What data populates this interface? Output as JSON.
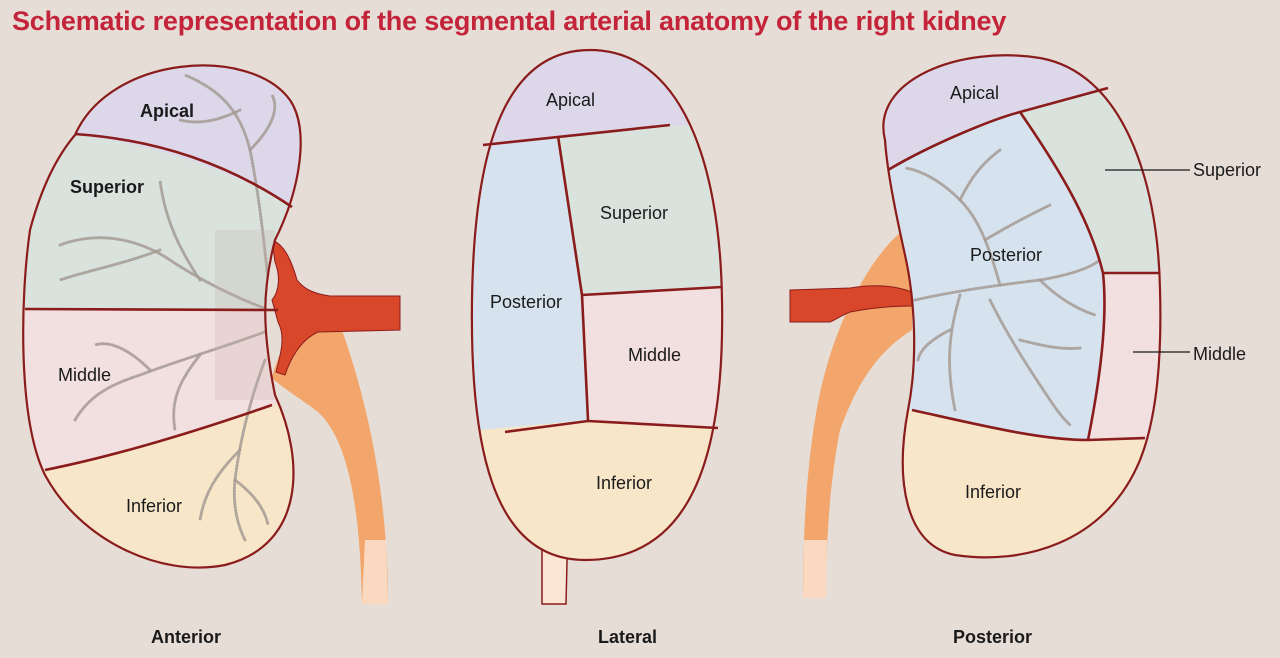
{
  "title": "Schematic representation of the segmental arterial anatomy of the right kidney",
  "colors": {
    "background": "#e6ddd6",
    "title": "#c4243a",
    "apical": "#dcd8ea",
    "superior": "#d9e2dc",
    "middle": "#f2dfe0",
    "inferior": "#f8e6c8",
    "posterior": "#d6e3ee",
    "artery": "#d9472b",
    "ureter": "#f2a66b",
    "outline": "#8b1c1c"
  },
  "views": {
    "anterior": {
      "caption": "Anterior",
      "segments": {
        "apical": "Apical",
        "superior": "Superior",
        "middle": "Middle",
        "inferior": "Inferior"
      }
    },
    "lateral": {
      "caption": "Lateral",
      "segments": {
        "apical": "Apical",
        "superior": "Superior",
        "posterior": "Posterior",
        "middle": "Middle",
        "inferior": "Inferior"
      }
    },
    "posterior": {
      "caption": "Posterior",
      "segments": {
        "apical": "Apical",
        "posterior": "Posterior",
        "superior": "Superior",
        "middle": "Middle",
        "inferior": "Inferior"
      }
    }
  }
}
